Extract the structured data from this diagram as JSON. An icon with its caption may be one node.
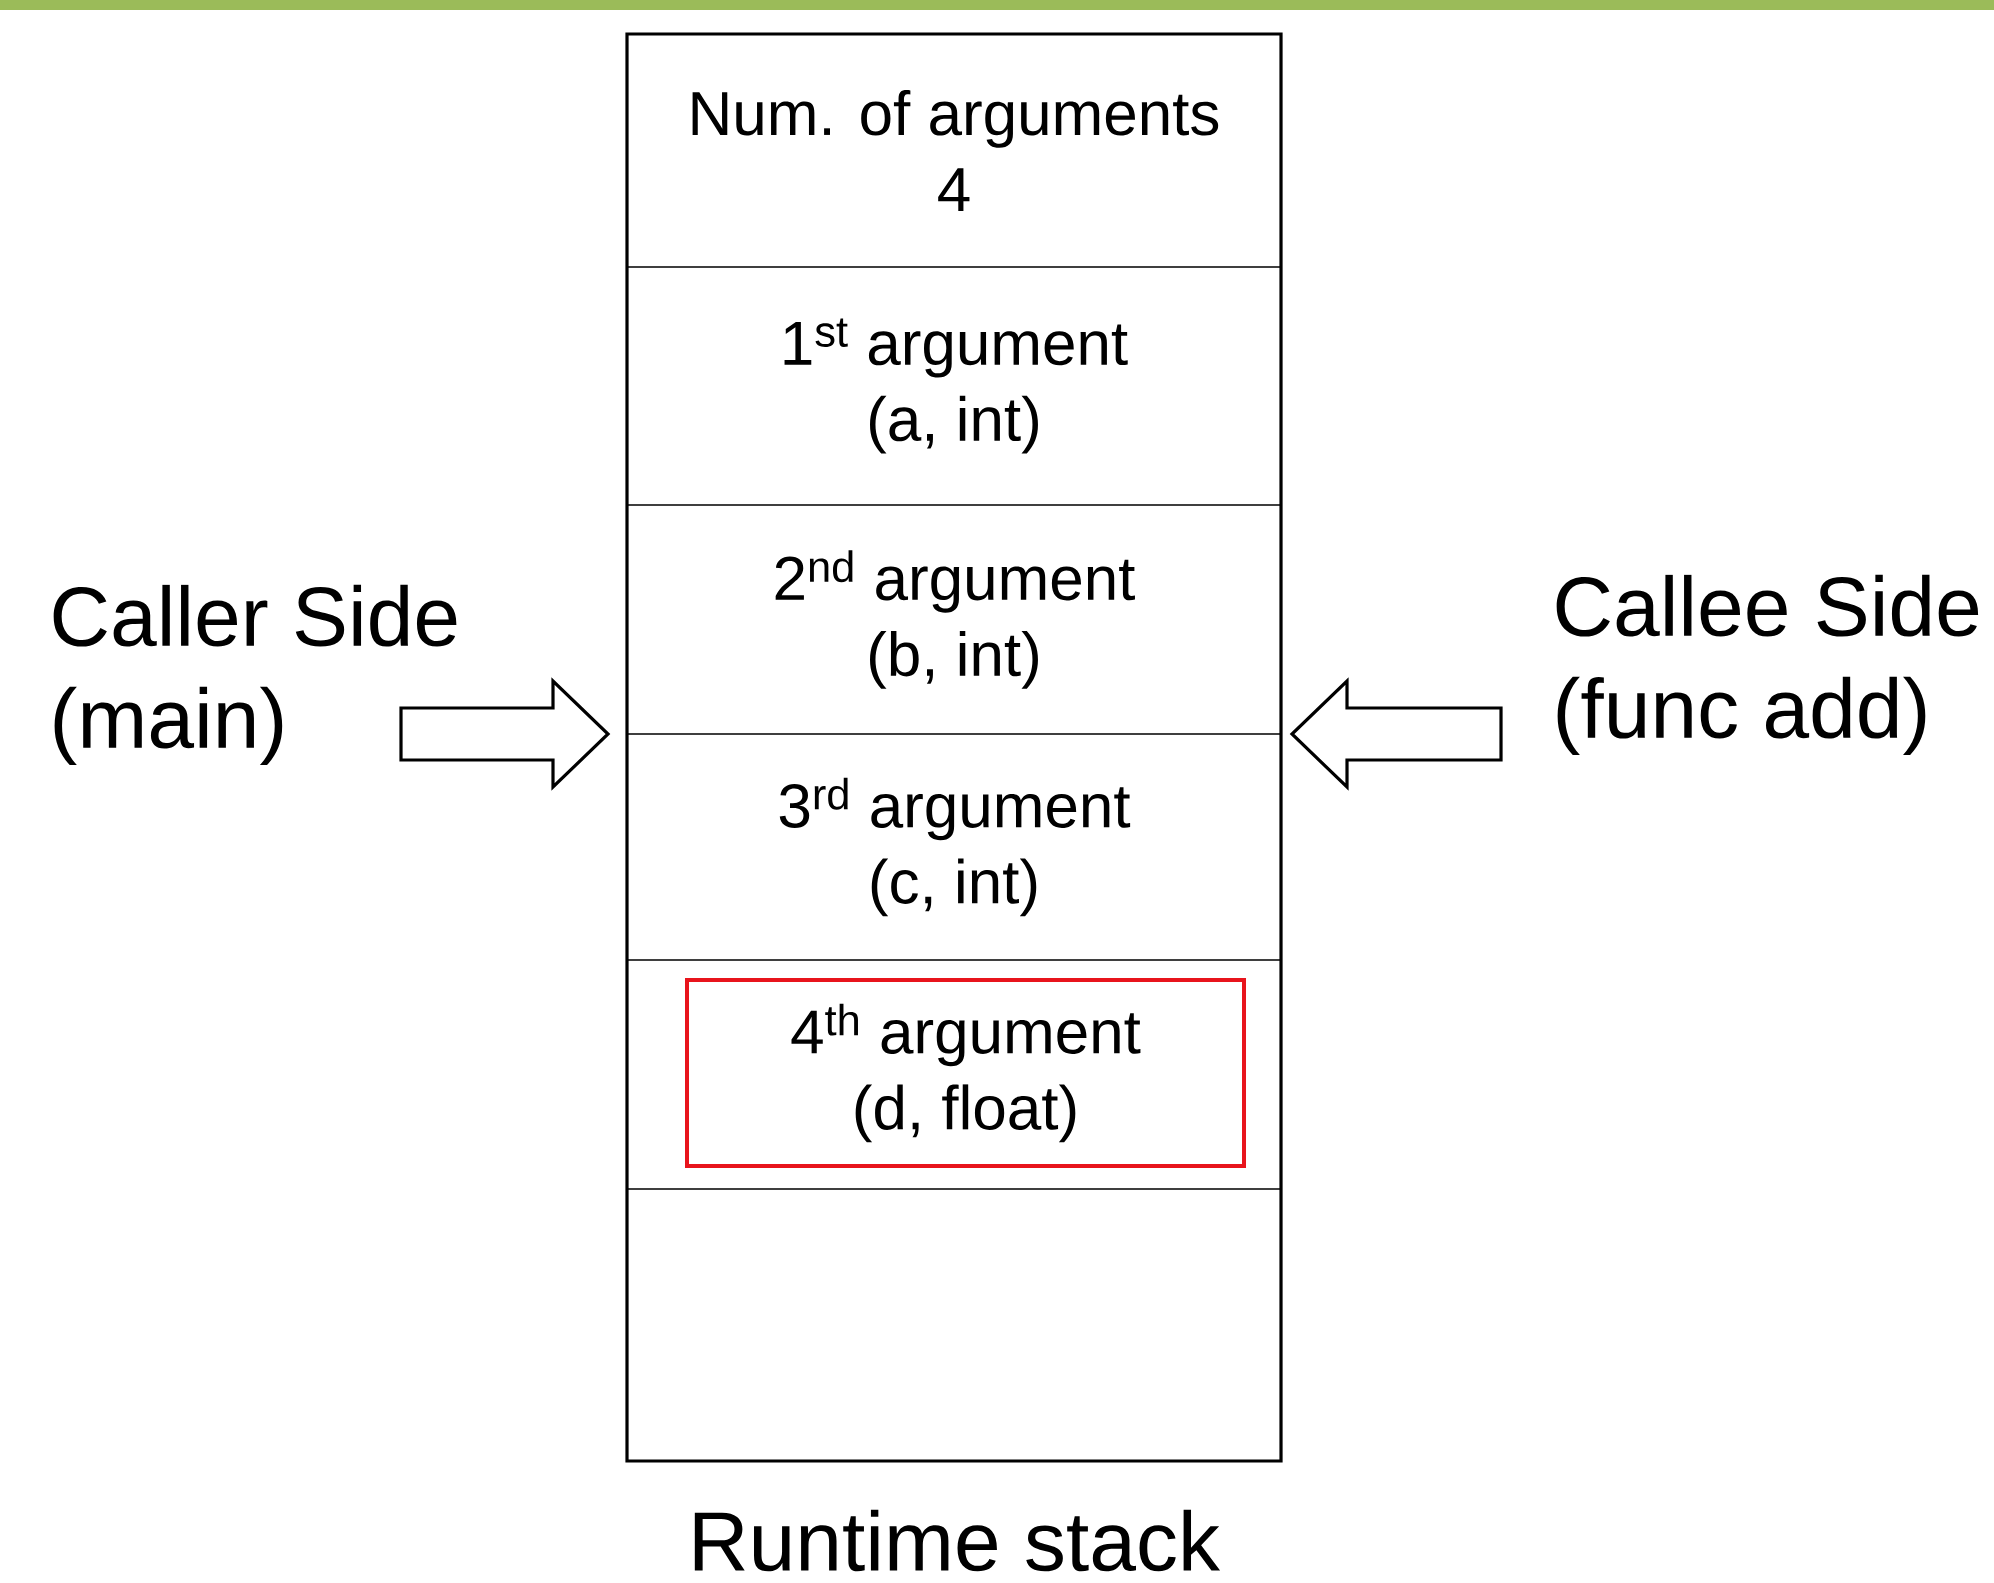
{
  "diagram": {
    "nodes": [
      {
        "text": [
          "Runtime stack"
        ]
      },
      {
        "text": [
          "Num. of arguments",
          "4"
        ],
        "in": 0
      },
      {
        "text": [
          "1$^{st}$ argument",
          "(a, int)"
        ],
        "in": 0
      },
      {
        "text": [
          "2$^{nd}$ argument",
          "(b, int)"
        ],
        "in": 0
      },
      {
        "text": [
          "3$^{rd}$ argument",
          "(c, int)"
        ],
        "in": 0
      },
      {
        "text": [],
        "shape": "box",
        "in": 0
      },
      {
        "text": [
          "4$^{th}$ argument",
          "(d, float)"
        ],
        "in": 5
      },
      {
        "text": [],
        "shape": "box",
        "in": 0
      },
      {
        "text": [
          "Caller Side",
          "(main)"
        ]
      },
      {
        "text": [
          "Callee Side",
          "(func add)"
        ]
      }
    ],
    "edges": [
      {
        "from": 8,
        "to": 0,
        "arrow": "to"
      },
      {
        "from": 9,
        "to": 0,
        "arrow": "to"
      }
    ]
  }
}
